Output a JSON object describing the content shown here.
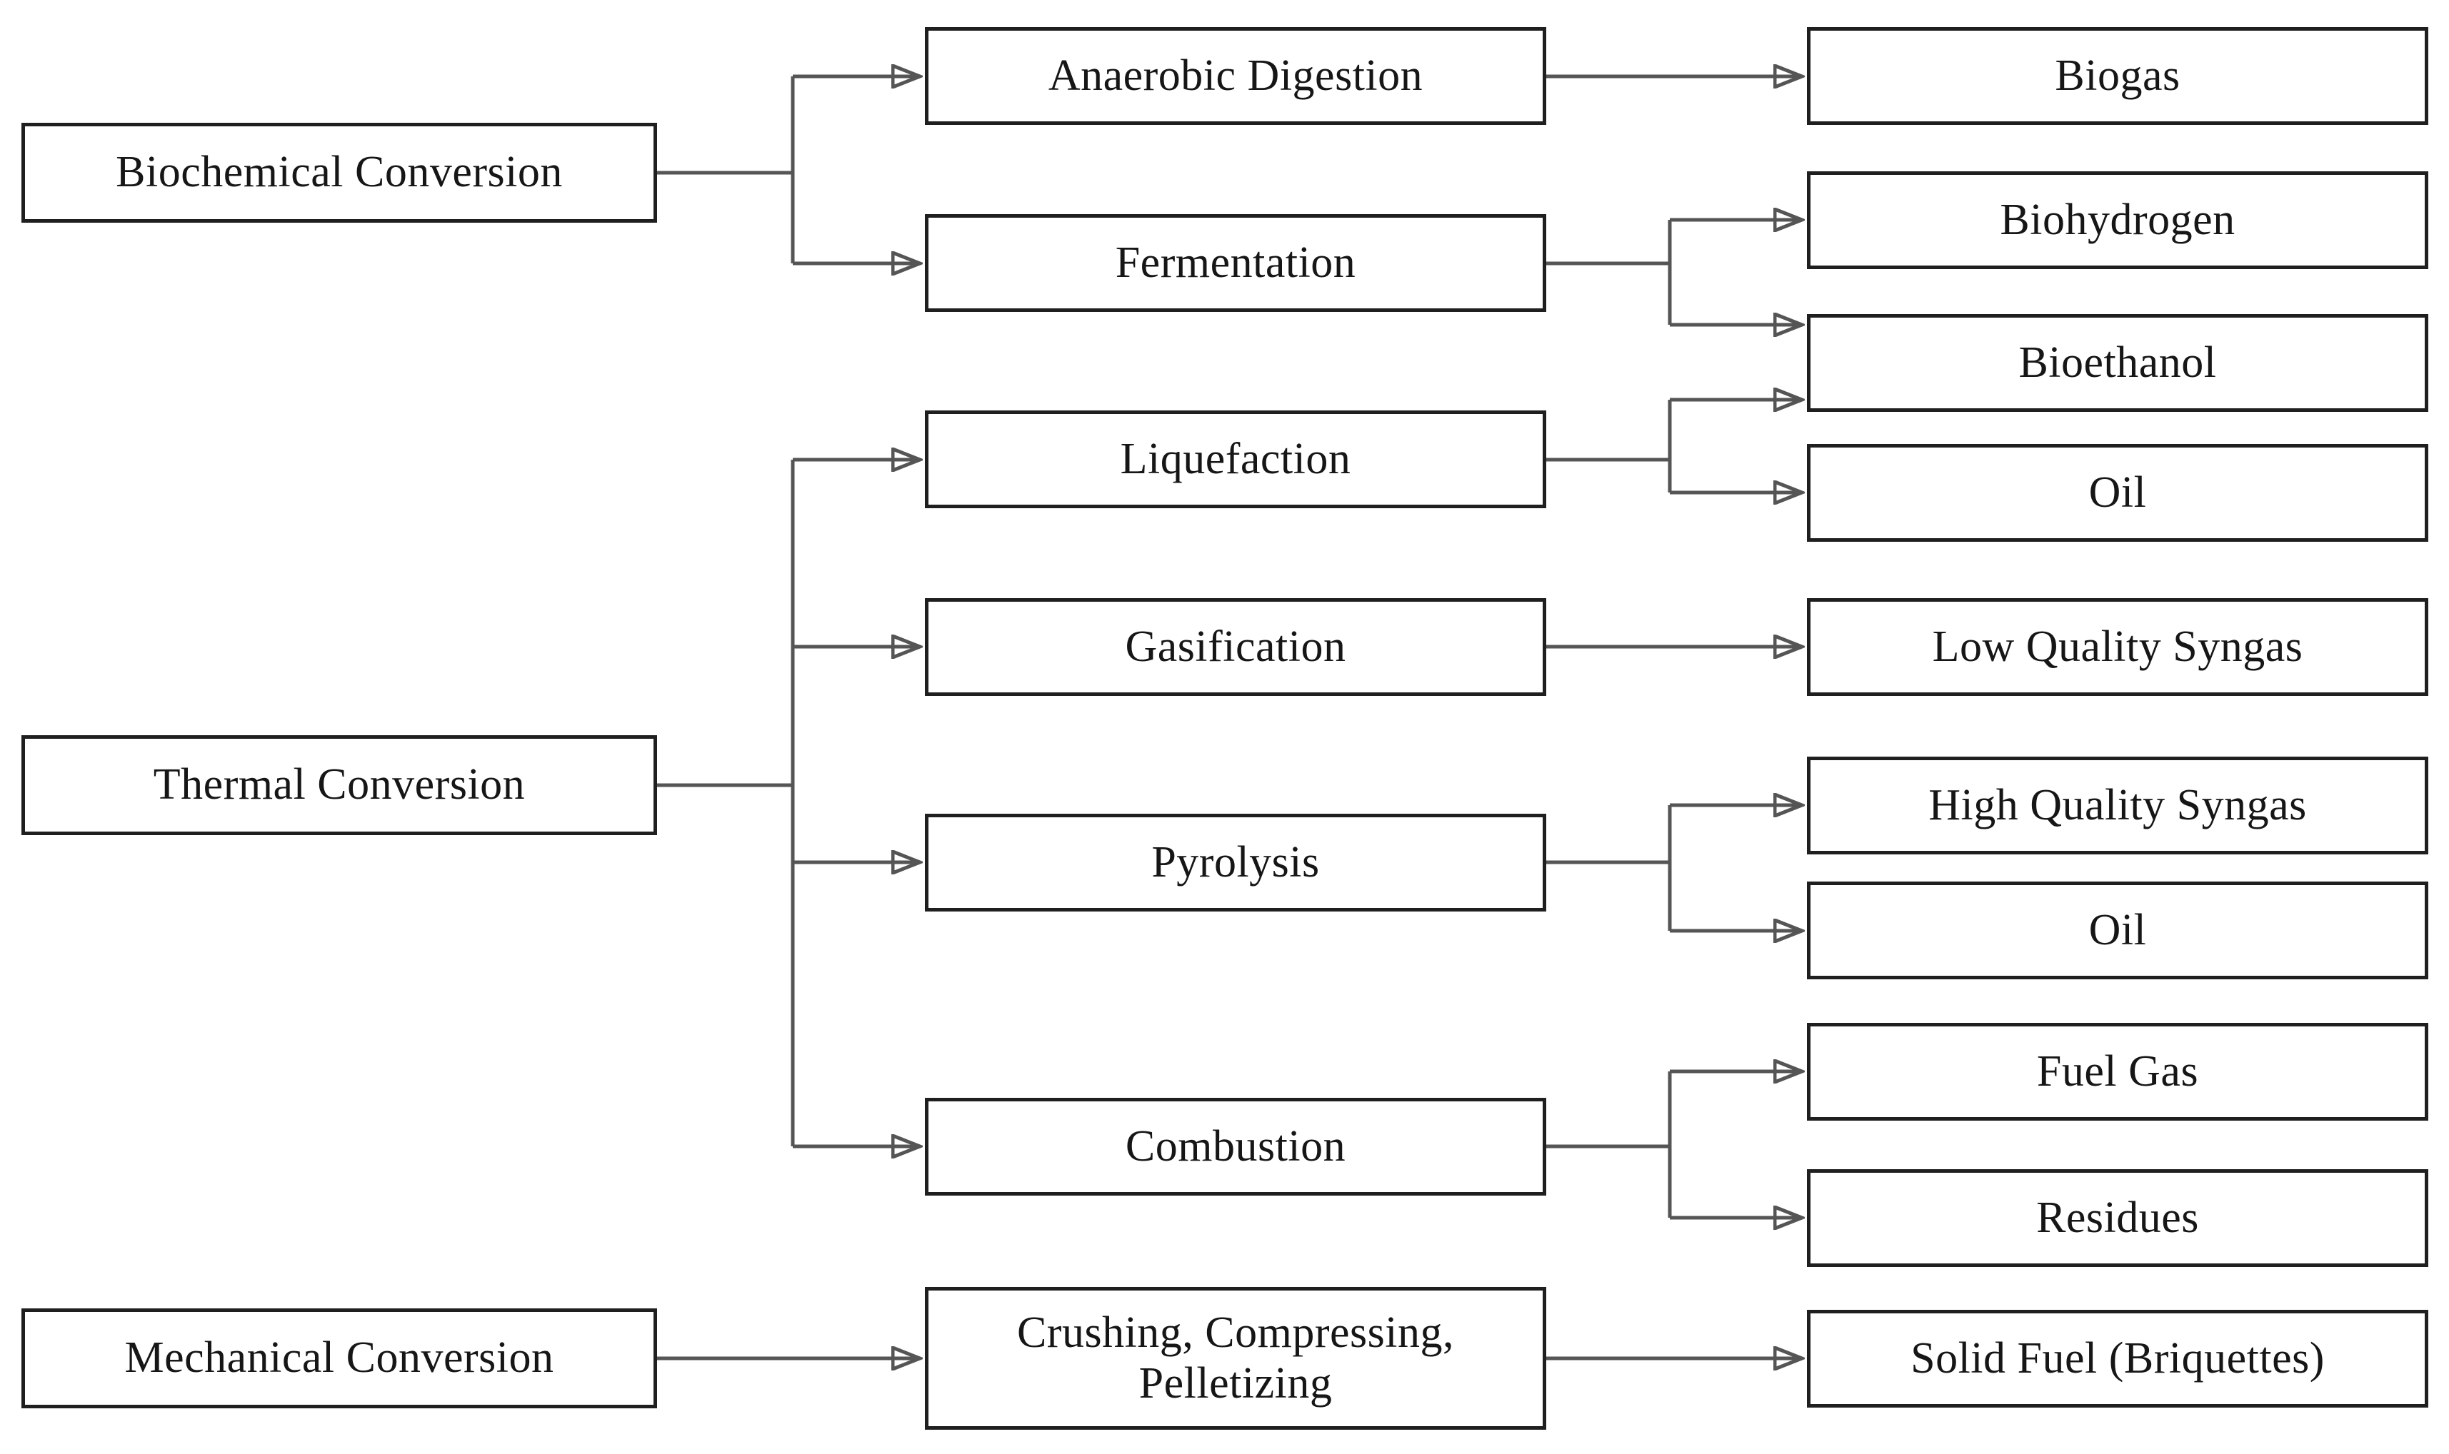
{
  "diagram_type": "flowchart",
  "colors": {
    "background": "#ffffff",
    "box_fill": "#ffffff",
    "box_border": "#1f1f1f",
    "connector": "#555555",
    "arrowhead": "#111111",
    "text": "#161616"
  },
  "nodes": {
    "biochemical": {
      "label": "Biochemical Conversion"
    },
    "thermal": {
      "label": "Thermal Conversion"
    },
    "mechanical": {
      "label": "Mechanical Conversion"
    },
    "anaerobic_digestion": {
      "label": "Anaerobic Digestion"
    },
    "fermentation": {
      "label": "Fermentation"
    },
    "liquefaction": {
      "label": "Liquefaction"
    },
    "gasification": {
      "label": "Gasification"
    },
    "pyrolysis": {
      "label": "Pyrolysis"
    },
    "combustion": {
      "label": "Combustion"
    },
    "crushing": {
      "label": "Crushing, Compressing,\nPelletizing"
    },
    "biogas": {
      "label": "Biogas"
    },
    "biohydrogen": {
      "label": "Biohydrogen"
    },
    "bioethanol": {
      "label": "Bioethanol"
    },
    "oil_from_liquefaction": {
      "label": "Oil"
    },
    "low_quality_syngas": {
      "label": "Low Quality Syngas"
    },
    "high_quality_syngas": {
      "label": "High Quality Syngas"
    },
    "oil_from_pyrolysis": {
      "label": "Oil"
    },
    "fuel_gas": {
      "label": "Fuel Gas"
    },
    "residues": {
      "label": "Residues"
    },
    "solid_fuel": {
      "label": "Solid Fuel (Briquettes)"
    }
  },
  "edges": [
    {
      "from": "Biochemical Conversion",
      "to": "Anaerobic Digestion"
    },
    {
      "from": "Biochemical Conversion",
      "to": "Fermentation"
    },
    {
      "from": "Anaerobic Digestion",
      "to": "Biogas"
    },
    {
      "from": "Fermentation",
      "to": "Biohydrogen"
    },
    {
      "from": "Fermentation",
      "to": "Bioethanol"
    },
    {
      "from": "Thermal Conversion",
      "to": "Liquefaction"
    },
    {
      "from": "Thermal Conversion",
      "to": "Gasification"
    },
    {
      "from": "Thermal Conversion",
      "to": "Pyrolysis"
    },
    {
      "from": "Thermal Conversion",
      "to": "Combustion"
    },
    {
      "from": "Liquefaction",
      "to": "Bioethanol"
    },
    {
      "from": "Liquefaction",
      "to": "Oil"
    },
    {
      "from": "Gasification",
      "to": "Low Quality Syngas"
    },
    {
      "from": "Pyrolysis",
      "to": "High Quality Syngas"
    },
    {
      "from": "Pyrolysis",
      "to": "Oil"
    },
    {
      "from": "Combustion",
      "to": "Fuel Gas"
    },
    {
      "from": "Combustion",
      "to": "Residues"
    },
    {
      "from": "Mechanical Conversion",
      "to": "Crushing, Compressing, Pelletizing"
    },
    {
      "from": "Crushing, Compressing, Pelletizing",
      "to": "Solid Fuel (Briquettes)"
    }
  ]
}
